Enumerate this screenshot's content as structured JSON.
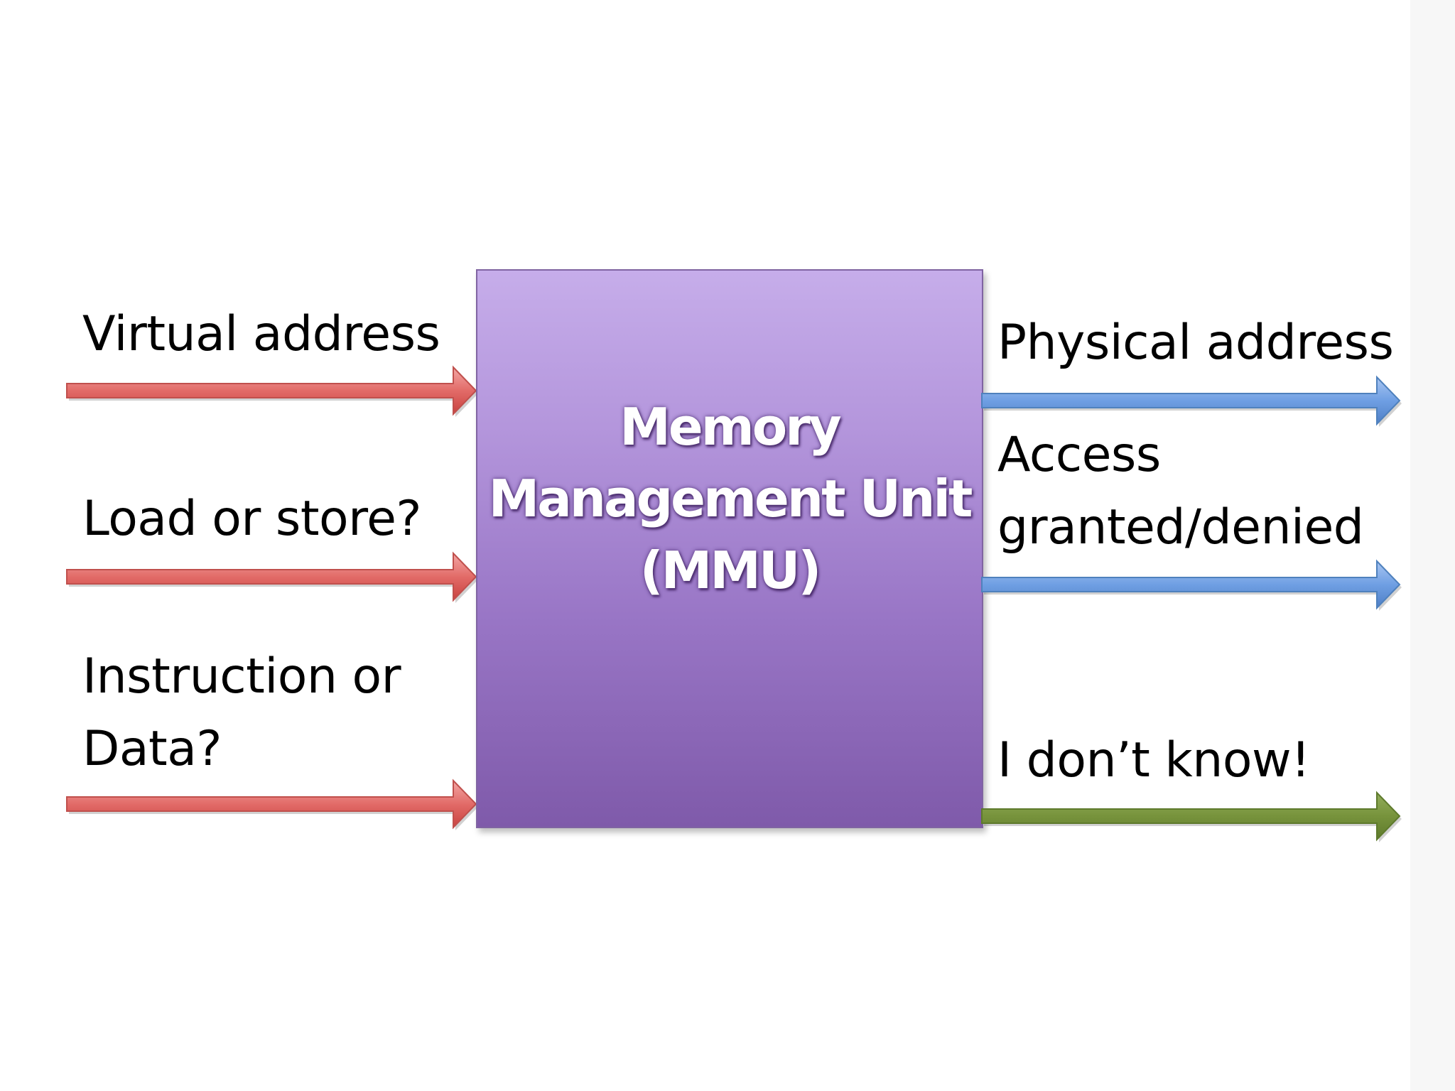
{
  "diagram": {
    "inputs": [
      {
        "label": "Virtual address",
        "color": "#e06666"
      },
      {
        "label": "Load or store?",
        "color": "#e06666"
      },
      {
        "label": "Instruction or\nData?",
        "color": "#e06666"
      }
    ],
    "box": {
      "title": "Memory\nManagement Unit\n(MMU)",
      "gradient_top": "#c6adea",
      "gradient_bottom": "#7f5aaa"
    },
    "outputs": [
      {
        "label": "Physical address",
        "color": "#6d9eeb"
      },
      {
        "label": "Access\ngranted/denied",
        "color": "#6d9eeb"
      },
      {
        "label": "I don’t know!",
        "color": "#77933c"
      }
    ]
  }
}
